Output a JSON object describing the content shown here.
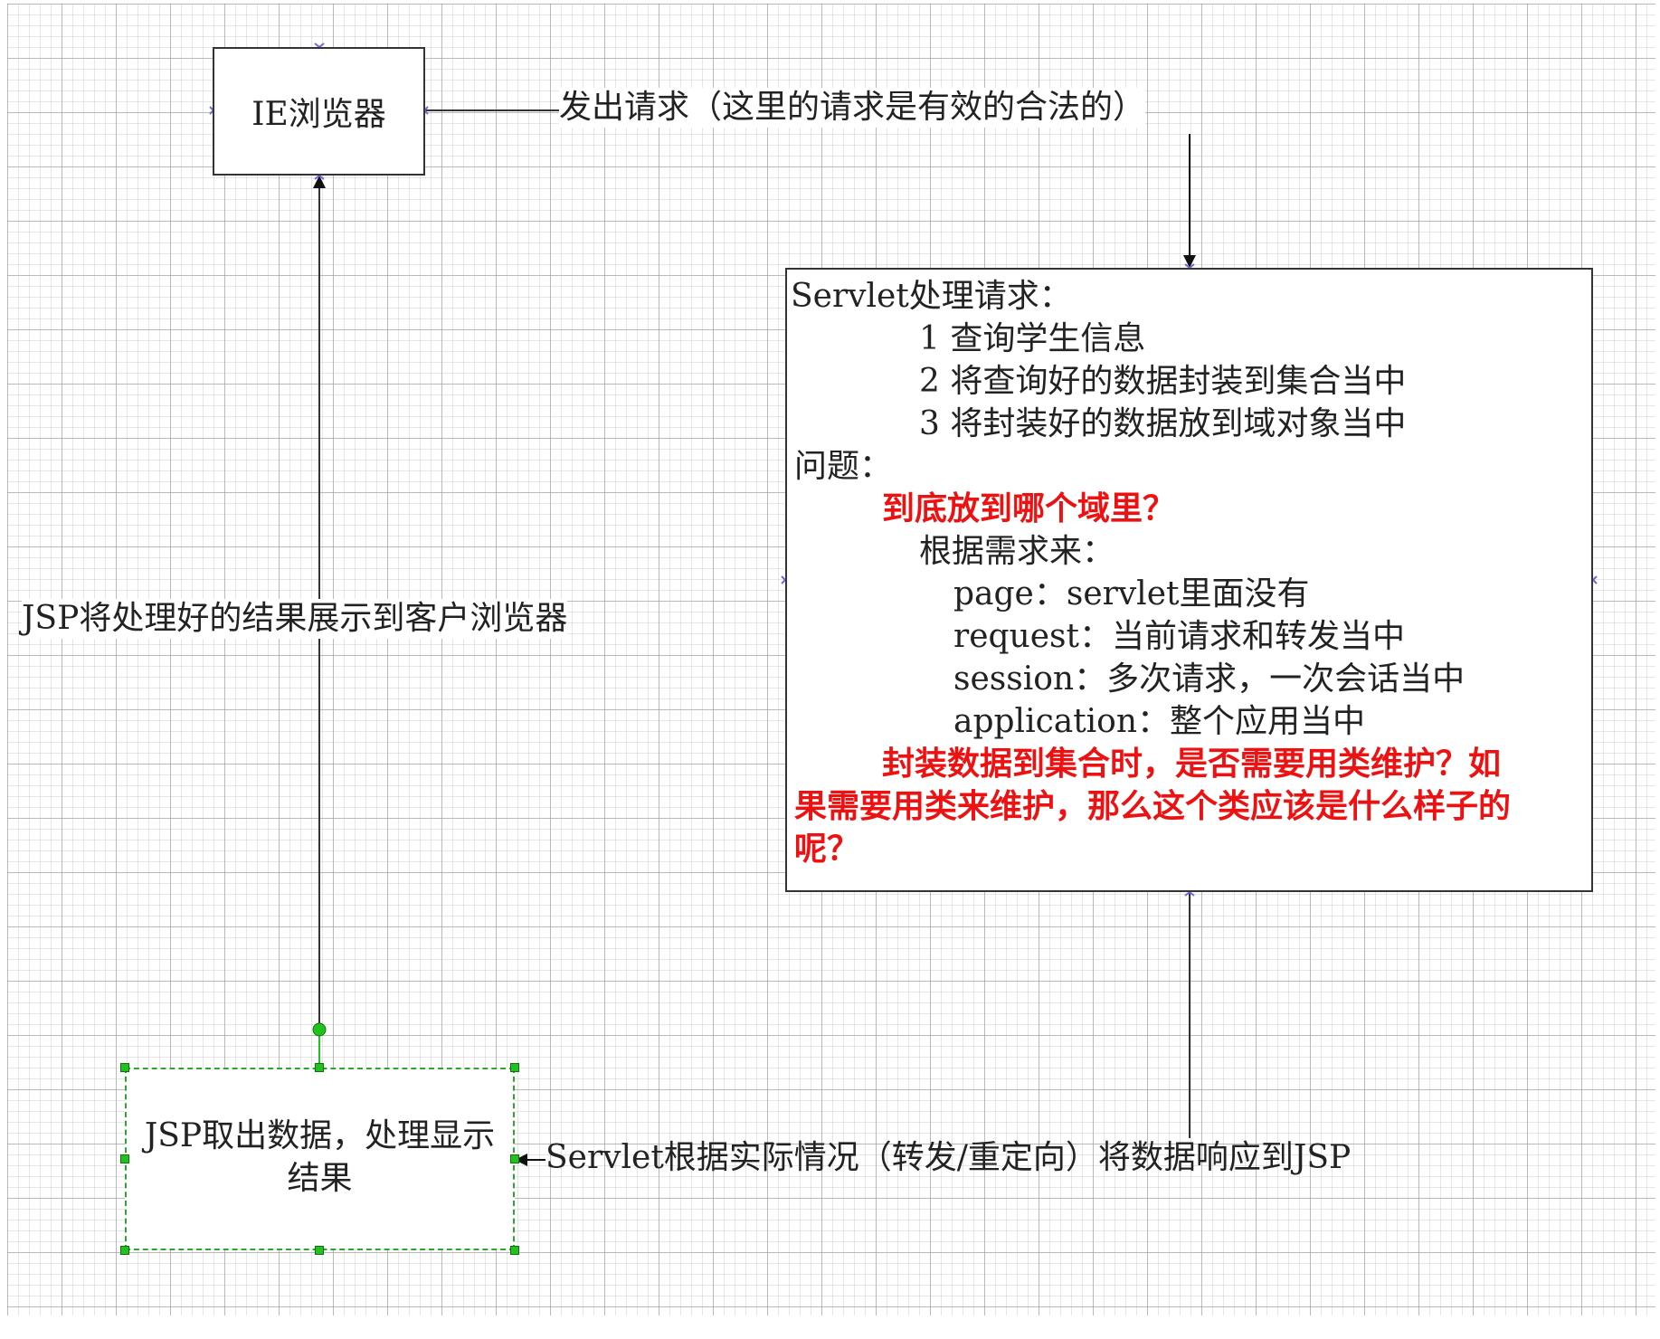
{
  "browser": {
    "label": "IE浏览器"
  },
  "edges": {
    "request": "发出请求（这里的请求是有效的合法的）",
    "display": "JSP将处理好的结果展示到客户浏览器",
    "response": "Servlet根据实际情况（转发/重定向）将数据响应到JSP"
  },
  "servlet": {
    "lines": [
      "Servlet处理请求：",
      "1 查询学生信息",
      "2 将查询好的数据封装到集合当中",
      "3 将封装好的数据放到域对象当中",
      "问题：",
      "到底放到哪个域里？",
      "根据需求来：",
      "page：servlet里面没有",
      "request：当前请求和转发当中",
      "session：多次请求，一次会话当中",
      "application：整个应用当中",
      "封装数据到集合时，是否需要用类维护？如",
      "果需要用类来维护，那么这个类应该是什么样子的",
      "呢？"
    ]
  },
  "jsp": {
    "label": "JSP取出数据，处理显示\n结果"
  },
  "colors": {
    "question": "#ee1111",
    "selection": "#21c21d",
    "connector": "#333333"
  }
}
